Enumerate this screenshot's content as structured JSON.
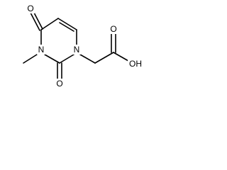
{
  "molecule": {
    "atoms": {
      "o_top": "O",
      "n_ring_left": "N",
      "n_ring_right": "N",
      "o_bottom": "O",
      "o_carbonyl": "O",
      "oh": "OH"
    }
  }
}
